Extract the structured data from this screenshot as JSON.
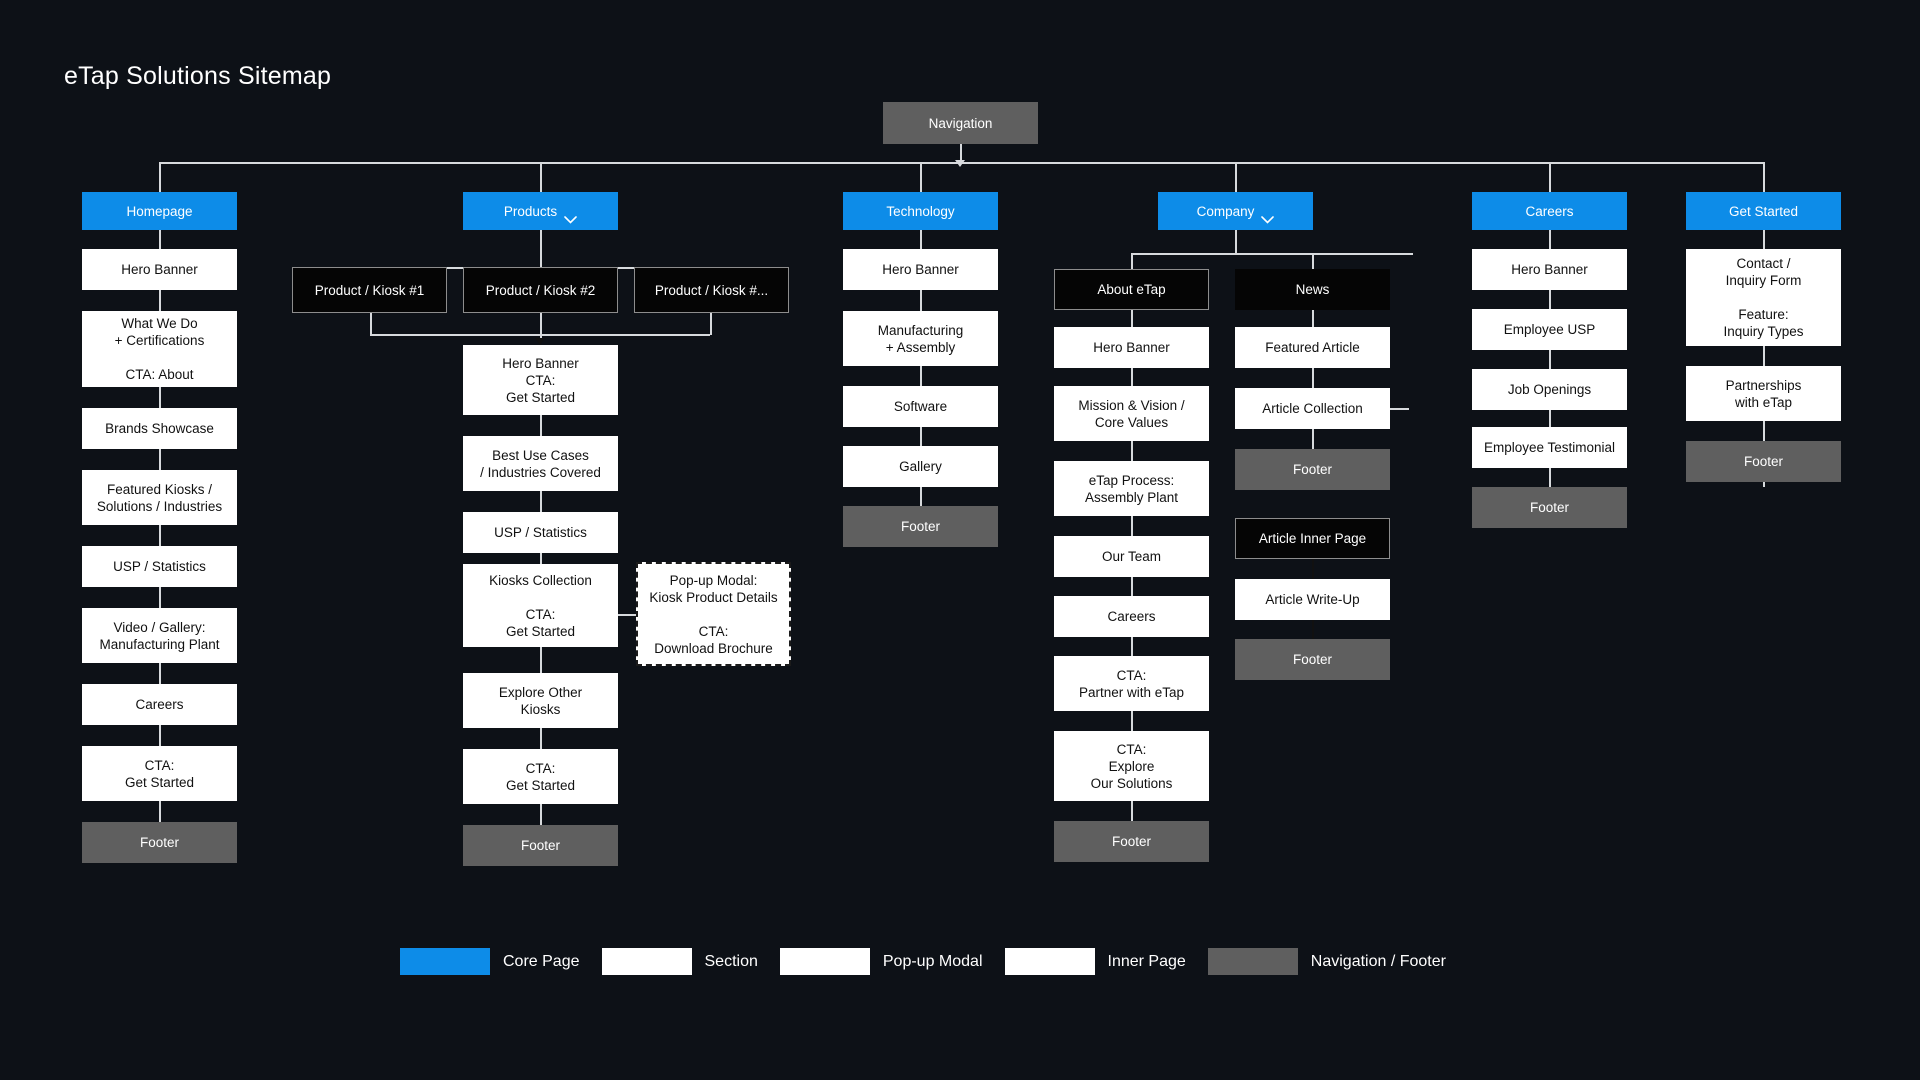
{
  "title": "eTap Solutions Sitemap",
  "colors": {
    "background": "#0d1117",
    "core_page": "#0d8ce8",
    "section": "#ffffff",
    "inner_page": "#050505",
    "nav_footer": "#5f5f5f",
    "connector": "#d7dadd"
  },
  "root": {
    "label": "Navigation",
    "type": "nav-footer"
  },
  "columns": [
    {
      "id": "homepage",
      "core": {
        "label": "Homepage",
        "type": "core-page",
        "chevron": false
      },
      "nodes": [
        {
          "label": "Hero Banner",
          "type": "section"
        },
        {
          "label": "What We Do\n+ Certifications\n\nCTA: About",
          "type": "section"
        },
        {
          "label": "Brands Showcase",
          "type": "section"
        },
        {
          "label": "Featured Kiosks /\nSolutions / Industries",
          "type": "section"
        },
        {
          "label": "USP / Statistics",
          "type": "section"
        },
        {
          "label": "Video / Gallery:\nManufacturing Plant",
          "type": "section"
        },
        {
          "label": "Careers",
          "type": "section"
        },
        {
          "label": "CTA:\nGet Started",
          "type": "section"
        },
        {
          "label": "Footer",
          "type": "nav-footer"
        }
      ]
    },
    {
      "id": "products",
      "core": {
        "label": "Products",
        "type": "core-page",
        "chevron": true
      },
      "kiosks": [
        {
          "label": "Product / Kiosk #1",
          "type": "inner-page"
        },
        {
          "label": "Product / Kiosk #2",
          "type": "inner-page"
        },
        {
          "label": "Product / Kiosk #...",
          "type": "inner-page"
        }
      ],
      "nodes": [
        {
          "label": "Hero Banner\nCTA:\nGet Started",
          "type": "section"
        },
        {
          "label": "Best Use Cases\n/ Industries Covered",
          "type": "section"
        },
        {
          "label": "USP / Statistics",
          "type": "section"
        },
        {
          "label": "Kiosks Collection\n\nCTA:\nGet Started",
          "type": "section"
        },
        {
          "label": "Explore Other\nKiosks",
          "type": "section"
        },
        {
          "label": "CTA:\nGet Started",
          "type": "section"
        },
        {
          "label": "Footer",
          "type": "nav-footer"
        }
      ],
      "modal": {
        "label": "Pop-up Modal:\nKiosk Product Details\n\nCTA:\nDownload Brochure",
        "type": "pop-up-modal"
      }
    },
    {
      "id": "technology",
      "core": {
        "label": "Technology",
        "type": "core-page",
        "chevron": false
      },
      "nodes": [
        {
          "label": "Hero Banner",
          "type": "section"
        },
        {
          "label": "Manufacturing\n+ Assembly",
          "type": "section"
        },
        {
          "label": "Software",
          "type": "section"
        },
        {
          "label": "Gallery",
          "type": "section"
        },
        {
          "label": "Footer",
          "type": "nav-footer"
        }
      ]
    },
    {
      "id": "company",
      "core": {
        "label": "Company",
        "type": "core-page",
        "chevron": true
      },
      "about": {
        "label": "About eTap",
        "type": "inner-page"
      },
      "nodes": [
        {
          "label": "Hero Banner",
          "type": "section"
        },
        {
          "label": "Mission & Vision /\nCore Values",
          "type": "section"
        },
        {
          "label": "eTap Process:\nAssembly Plant",
          "type": "section"
        },
        {
          "label": "Our Team",
          "type": "section"
        },
        {
          "label": "Careers",
          "type": "section"
        },
        {
          "label": "CTA:\nPartner with eTap",
          "type": "section"
        },
        {
          "label": "CTA:\nExplore\nOur Solutions",
          "type": "section"
        },
        {
          "label": "Footer",
          "type": "nav-footer"
        }
      ]
    },
    {
      "id": "news",
      "head": {
        "label": "News",
        "type": "inner-page-plain"
      },
      "nodes": [
        {
          "label": "Featured Article",
          "type": "section"
        },
        {
          "label": "Article Collection",
          "type": "section"
        },
        {
          "label": "Footer",
          "type": "nav-footer"
        }
      ],
      "article": {
        "label": "Article Inner Page",
        "type": "inner-page"
      },
      "article_nodes": [
        {
          "label": "Article Write-Up",
          "type": "section"
        },
        {
          "label": "Footer",
          "type": "nav-footer"
        }
      ]
    },
    {
      "id": "careers",
      "core": {
        "label": "Careers",
        "type": "core-page",
        "chevron": false
      },
      "nodes": [
        {
          "label": "Hero Banner",
          "type": "section"
        },
        {
          "label": "Employee USP",
          "type": "section"
        },
        {
          "label": "Job Openings",
          "type": "section"
        },
        {
          "label": "Employee Testimonial",
          "type": "section"
        },
        {
          "label": "Footer",
          "type": "nav-footer"
        }
      ]
    },
    {
      "id": "get-started",
      "core": {
        "label": "Get Started",
        "type": "core-page",
        "chevron": false
      },
      "nodes": [
        {
          "label": "Contact /\nInquiry Form\n\nFeature:\nInquiry Types",
          "type": "section"
        },
        {
          "label": "Partnerships\nwith eTap",
          "type": "section"
        },
        {
          "label": "Footer",
          "type": "nav-footer"
        }
      ]
    }
  ],
  "legend": [
    {
      "label": "Core Page",
      "swatch": "core"
    },
    {
      "label": "Section",
      "swatch": "section"
    },
    {
      "label": "Pop-up Modal",
      "swatch": "modal"
    },
    {
      "label": "Inner Page",
      "swatch": "inner"
    },
    {
      "label": "Navigation / Footer",
      "swatch": "navfoot"
    }
  ]
}
